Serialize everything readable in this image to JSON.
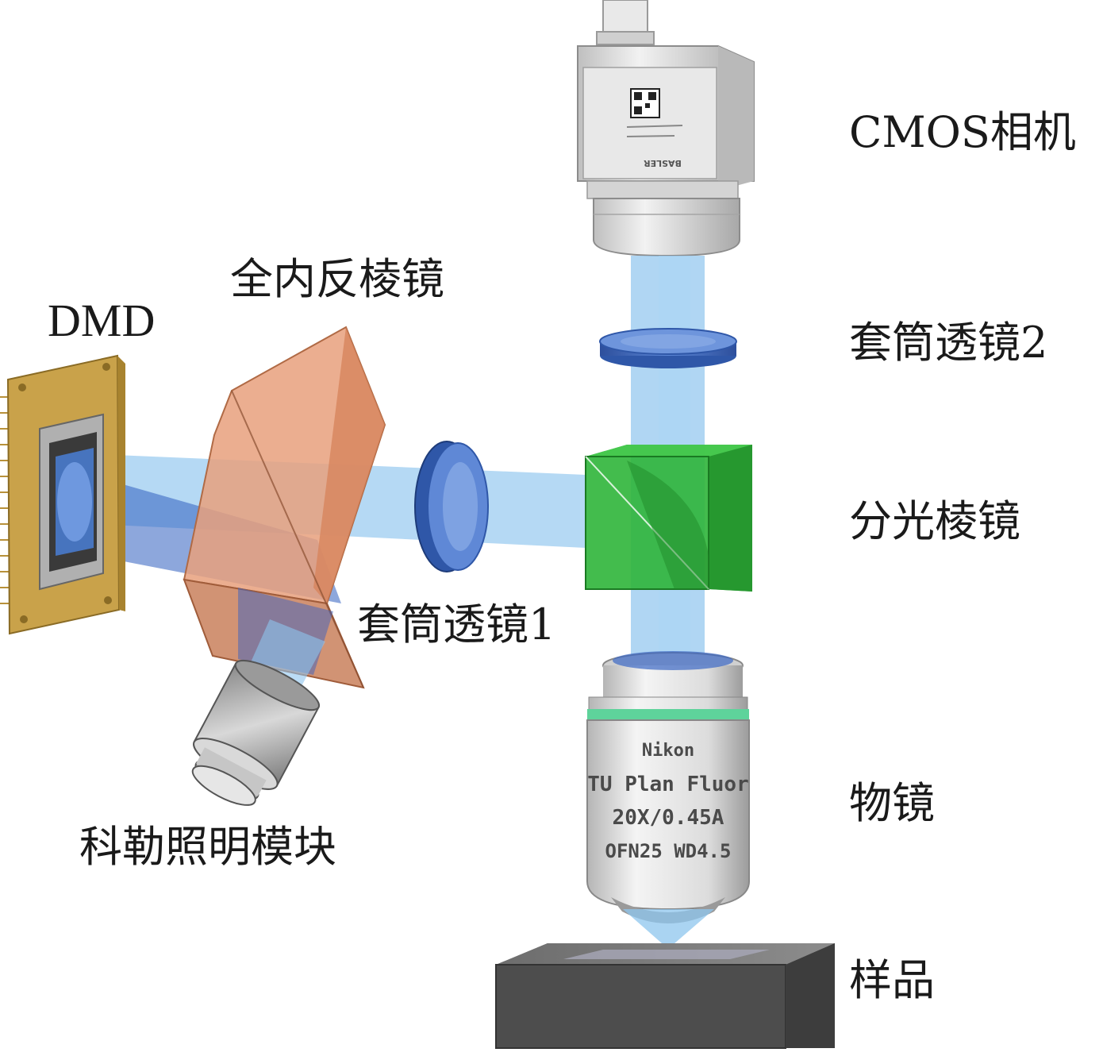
{
  "labels": {
    "cmos_camera": "CMOS相机",
    "tube_lens_2": "套筒透镜2",
    "beam_splitter": "分光棱镜",
    "objective": "物镜",
    "sample": "样品",
    "tir_prism": "全内反棱镜",
    "dmd": "DMD",
    "tube_lens_1": "套筒透镜1",
    "kohler_module": "科勒照明模块"
  },
  "objective_markings": {
    "brand": "Nikon",
    "model": "TU Plan Fluor",
    "spec": "20X/0.45A",
    "detail": "OFN25 WD4.5"
  },
  "camera_markings": {
    "brand": "BASLER"
  },
  "colors": {
    "beam": "#8ec5ee",
    "beam_dark": "#2f5fc0",
    "prism": "#e8a07c",
    "splitter": "#2fb53a",
    "lens": "#3d67b8",
    "camera_body": "#dcdcdc",
    "dmd_gold": "#c9a24a",
    "sample_block": "#555555"
  }
}
